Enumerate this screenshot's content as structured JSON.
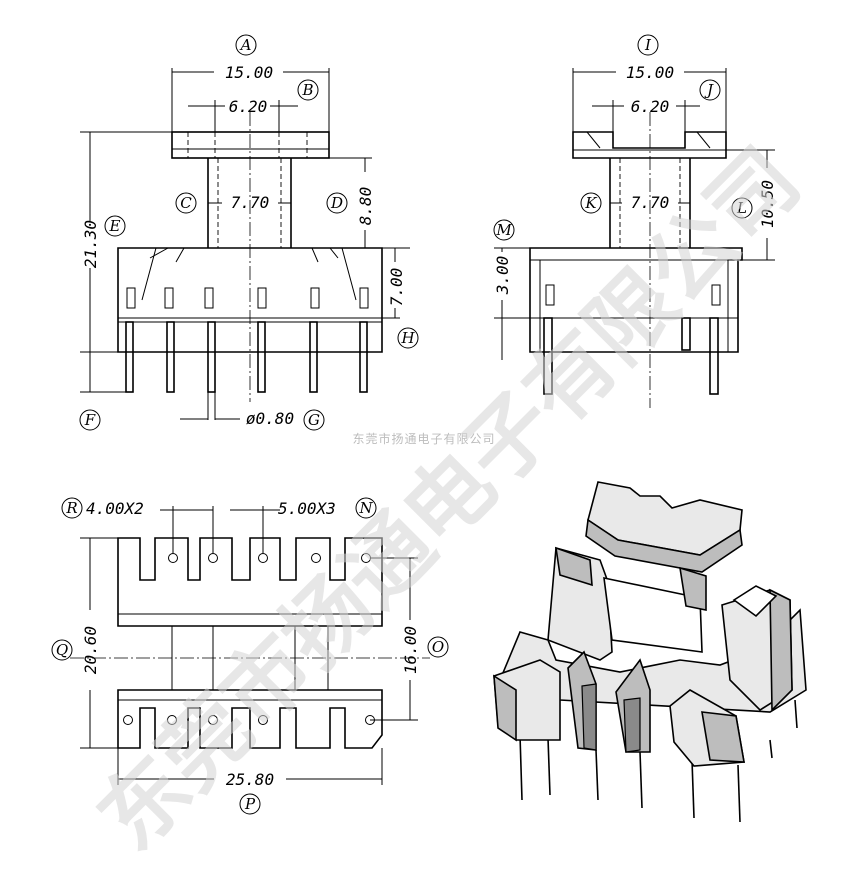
{
  "front_view": {
    "dims": {
      "A": "15.00",
      "B": "6.20",
      "C": "7.70",
      "D": "8.80",
      "E": "21.30",
      "G": "ø0.80",
      "H": "7.00"
    },
    "labels": {
      "A": "A",
      "B": "B",
      "C": "C",
      "D": "D",
      "E": "E",
      "F": "F",
      "G": "G",
      "H": "H"
    }
  },
  "side_view": {
    "dims": {
      "I": "15.00",
      "J": "6.20",
      "K": "7.70",
      "L": "10.50",
      "M": "3.00"
    },
    "labels": {
      "I": "I",
      "J": "J",
      "K": "K",
      "L": "L",
      "M": "M"
    }
  },
  "bottom_view": {
    "dims": {
      "R": "4.00X2",
      "N": "5.00X3",
      "Q": "20.60",
      "O": "16.00",
      "P": "25.80"
    },
    "labels": {
      "R": "R",
      "N": "N",
      "Q": "Q",
      "O": "O",
      "P": "P"
    }
  },
  "watermark": {
    "small": "东莞市扬通电子有限公司",
    "big": "东莞市扬通电子有限公司"
  }
}
